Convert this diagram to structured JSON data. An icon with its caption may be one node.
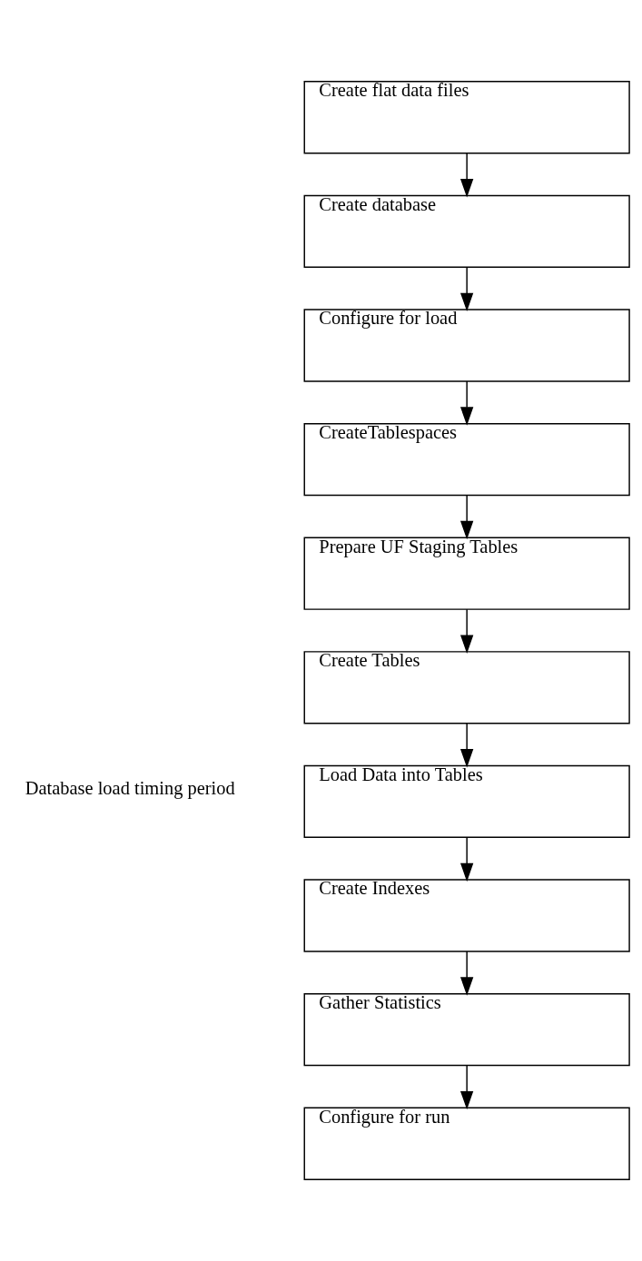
{
  "diagram": {
    "nodes": [
      {
        "text": [
          "Create flat data files"
        ]
      },
      {
        "text": [
          "Create database"
        ]
      },
      {
        "text": [
          "Configure for load"
        ]
      },
      {
        "text": [
          "CreateTablespaces"
        ]
      },
      {
        "text": [
          "Prepare UF Staging Tables"
        ]
      },
      {
        "text": [
          "Create Tables"
        ]
      },
      {
        "text": [
          "Load Data into Tables"
        ]
      },
      {
        "text": [
          "Create Indexes"
        ]
      },
      {
        "text": [
          "Gather Statistics"
        ]
      },
      {
        "text": [
          "Configure for run"
        ]
      }
    ],
    "edges": [
      {
        "from": 0,
        "to": 1,
        "arrow": "to"
      },
      {
        "from": 1,
        "to": 2,
        "arrow": "to"
      },
      {
        "from": 2,
        "to": 3,
        "arrow": "to"
      },
      {
        "from": 3,
        "to": 4,
        "arrow": "to"
      },
      {
        "from": 4,
        "to": 5,
        "arrow": "to"
      },
      {
        "from": 5,
        "to": 6,
        "arrow": "to"
      },
      {
        "from": 6,
        "to": 7,
        "arrow": "to"
      },
      {
        "from": 7,
        "to": 8,
        "arrow": "to"
      },
      {
        "from": 8,
        "to": 9,
        "arrow": "to"
      }
    ],
    "labels": [
      "Database load timing period"
    ]
  }
}
